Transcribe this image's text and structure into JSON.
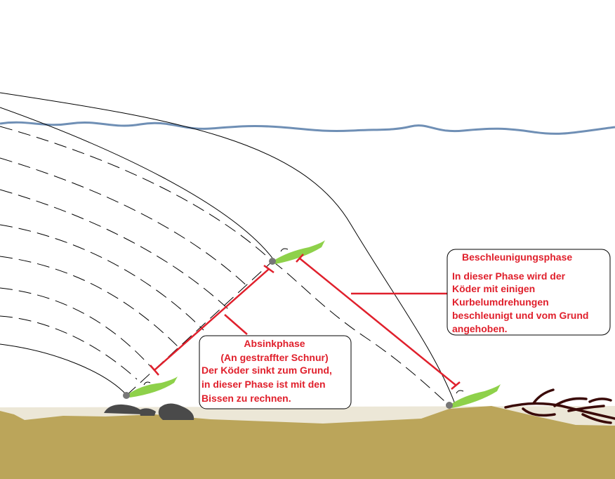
{
  "colors": {
    "water": "#6f8fb5",
    "sand_light": "#ece7d7",
    "sand": "#bba55a",
    "red": "#e0202c",
    "lure": "#8ed14a",
    "rock": "#4a4a4a",
    "roots": "#3a0a08"
  },
  "sink_box": {
    "title": "Absinkphase",
    "subtitle": "(An gestraffter Schnur)",
    "lines": [
      "Der Köder sinkt zum Grund,",
      "in dieser Phase ist mit den",
      "Bissen zu rechnen."
    ]
  },
  "accel_box": {
    "title": "Beschleunigungsphase",
    "lines": [
      "In dieser Phase wird der",
      "Köder mit einigen",
      "Kurbelumdrehungen",
      "beschleunigt und vom Grund",
      "angehoben."
    ]
  }
}
